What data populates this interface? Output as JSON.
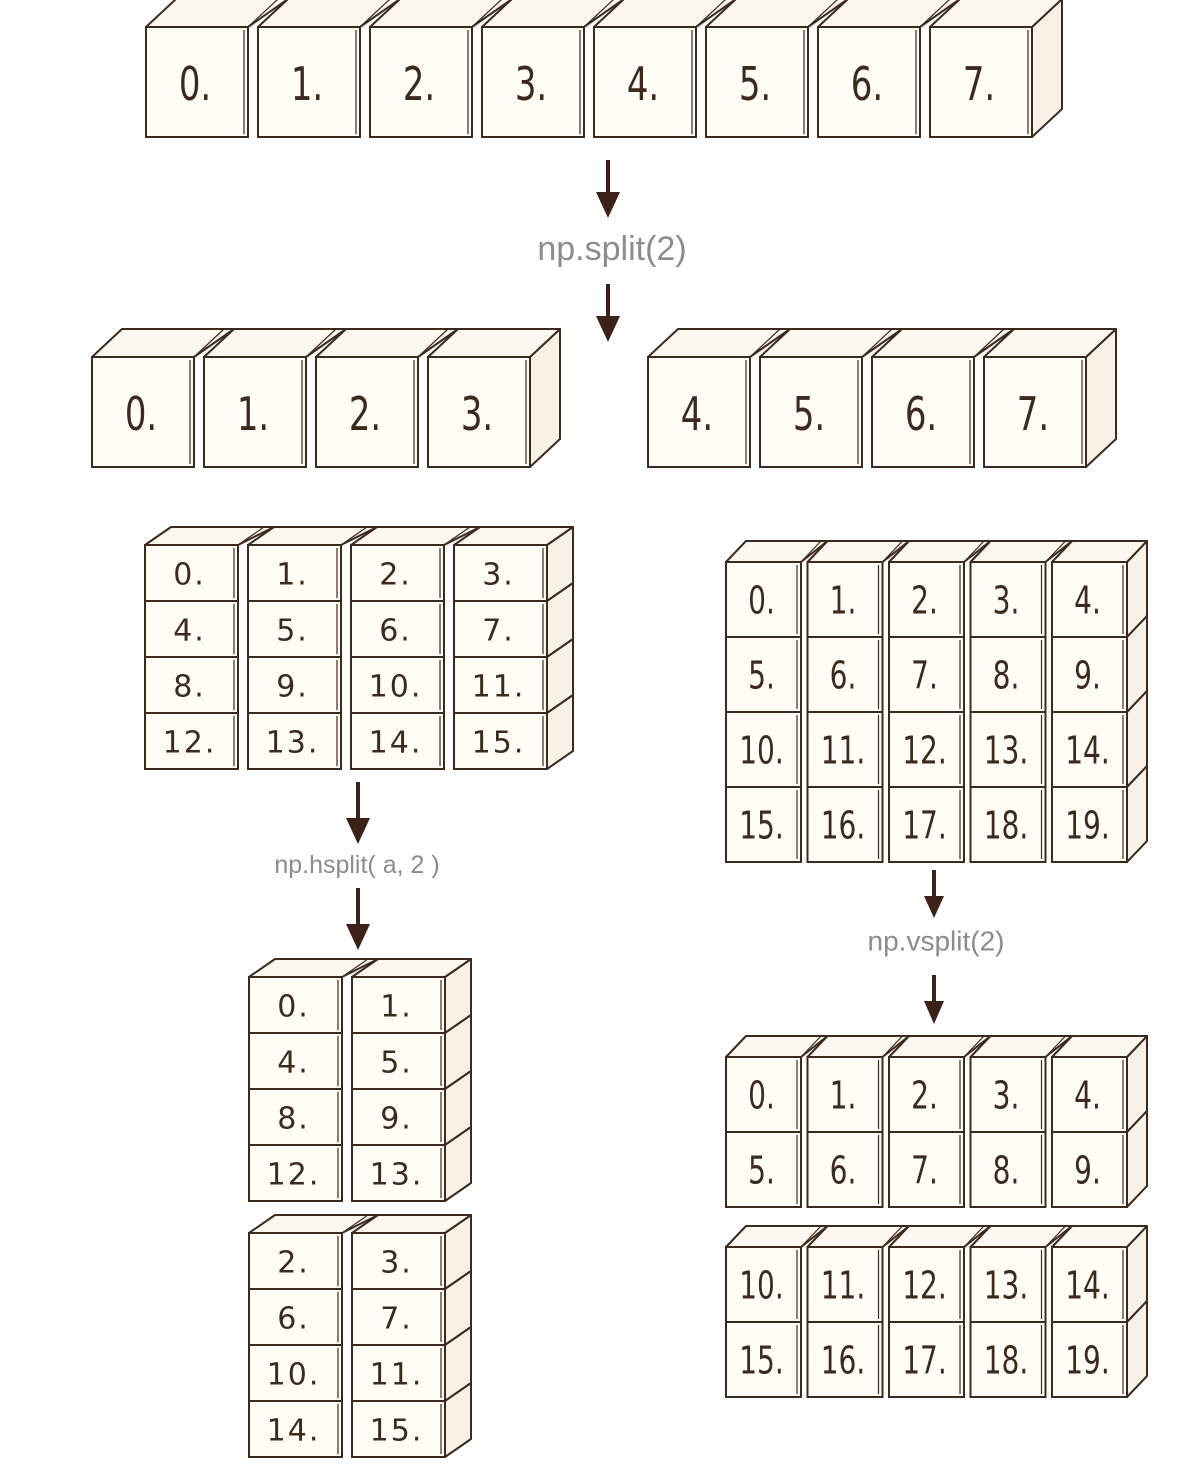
{
  "colors": {
    "cube_front": "#fffdf6",
    "cube_side": "#f8f2e6",
    "outline": "#3b2a1e",
    "arrow": "#3b2117",
    "label": "#8c8c8c"
  },
  "split": {
    "input": [
      "0.",
      "1.",
      "2.",
      "3.",
      "4.",
      "5.",
      "6.",
      "7."
    ],
    "label": "np.split(2)",
    "left": [
      "0.",
      "1.",
      "2.",
      "3."
    ],
    "right": [
      "4.",
      "5.",
      "6.",
      "7."
    ]
  },
  "hsplit": {
    "input": [
      [
        "0.",
        "1.",
        "2.",
        "3."
      ],
      [
        "4.",
        "5.",
        "6.",
        "7."
      ],
      [
        "8.",
        "9.",
        "10.",
        "11."
      ],
      [
        "12.",
        "13.",
        "14.",
        "15."
      ]
    ],
    "label": "np.hsplit( a, 2 )",
    "first": [
      [
        "0.",
        "1."
      ],
      [
        "4.",
        "5."
      ],
      [
        "8.",
        "9."
      ],
      [
        "12.",
        "13."
      ]
    ],
    "second": [
      [
        "2.",
        "3."
      ],
      [
        "6.",
        "7."
      ],
      [
        "10.",
        "11."
      ],
      [
        "14.",
        "15."
      ]
    ]
  },
  "vsplit": {
    "input": [
      [
        "0.",
        "1.",
        "2.",
        "3.",
        "4."
      ],
      [
        "5.",
        "6.",
        "7.",
        "8.",
        "9."
      ],
      [
        "10.",
        "11.",
        "12.",
        "13.",
        "14."
      ],
      [
        "15.",
        "16.",
        "17.",
        "18.",
        "19."
      ]
    ],
    "label": "np.vsplit(2)",
    "first": [
      [
        "0.",
        "1.",
        "2.",
        "3.",
        "4."
      ],
      [
        "5.",
        "6.",
        "7.",
        "8.",
        "9."
      ]
    ],
    "second": [
      [
        "10.",
        "11.",
        "12.",
        "13.",
        "14."
      ],
      [
        "15.",
        "16.",
        "17.",
        "18.",
        "19."
      ]
    ]
  }
}
